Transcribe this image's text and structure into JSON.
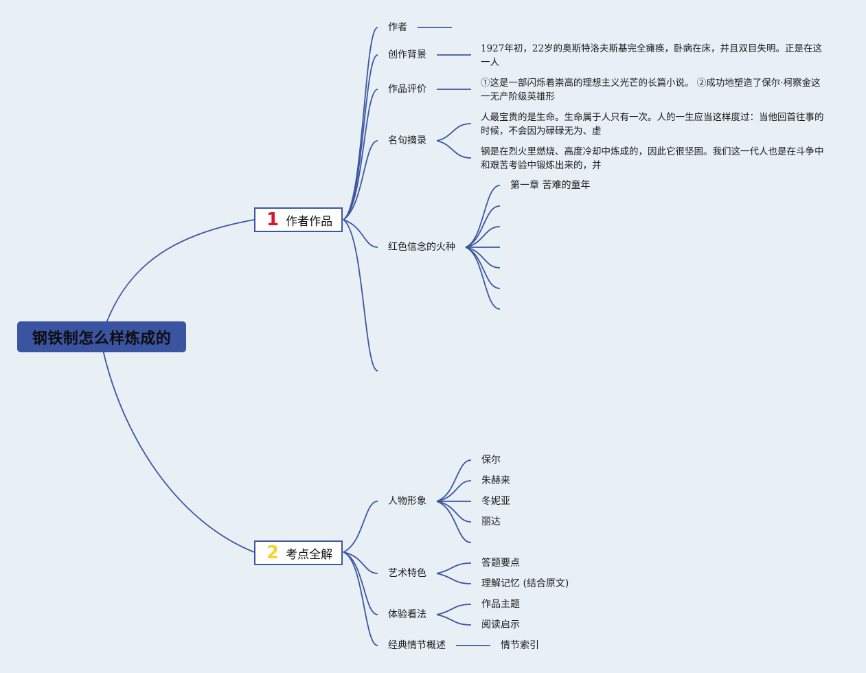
{
  "root": {
    "title": "钢铁制怎么样炼成的"
  },
  "branches": [
    {
      "num": "1",
      "num_color": "#d8172a",
      "label": "作者作品"
    },
    {
      "num": "2",
      "num_color": "#f5d42a",
      "label": "考点全解"
    }
  ],
  "section1": {
    "author": "作者",
    "background": "创作背景",
    "background_text": "1927年初，22岁的奥斯特洛夫斯基完全瘫痪，卧病在床，并且双目失明。正是在这一人",
    "evaluation": "作品评价",
    "evaluation_text": "①这是一部闪烁着崇高的理想主义光芒的长篇小说。 ②成功地塑造了保尔·柯察金这一无产阶级英雄形",
    "quotes": "名句摘录",
    "quote1": "人最宝贵的是生命。生命属于人只有一次。人的一生应当这样度过：当他回首往事的时候，不会因为碌碌无为、虚",
    "quote2": "钢是在烈火里燃烧、高度冷却中炼成的，因此它很坚固。我们这一代人也是在斗争中和艰苦考验中锻炼出来的，并",
    "fire": "红色信念的火种",
    "chapter1": "第一章 苦难的童年"
  },
  "section2": {
    "characters": "人物形象",
    "character_items": [
      "保尔",
      "朱赫来",
      "冬妮亚",
      "丽达"
    ],
    "art": "艺术特色",
    "art_items": [
      "答题要点",
      "理解记忆 (结合原文)"
    ],
    "experience": "体验看法",
    "experience_items": [
      "作品主题",
      "阅读启示"
    ],
    "plot": "经典情节概述",
    "plot_item": "情节索引"
  }
}
